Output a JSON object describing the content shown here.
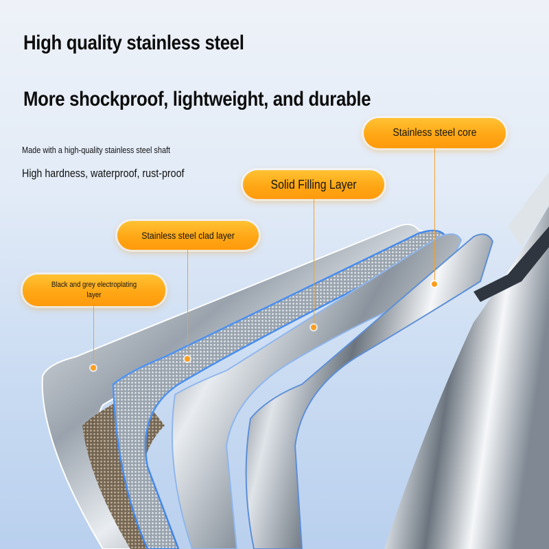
{
  "headline": "High quality stainless steel",
  "subheadline": "More shockproof, lightweight, and durable",
  "description_1": "Made with a high-quality stainless steel shaft",
  "description_2": "High hardness, waterproof, rust-proof",
  "layers": {
    "core": "Stainless steel core",
    "filling": "Solid Filling Layer",
    "clad": "Stainless steel clad layer",
    "electroplating": "Black and grey electroplating layer"
  },
  "colors": {
    "label_orange": "#ffa716",
    "background_blue": "#c9dbf2",
    "steel": "#b8c2cc"
  }
}
